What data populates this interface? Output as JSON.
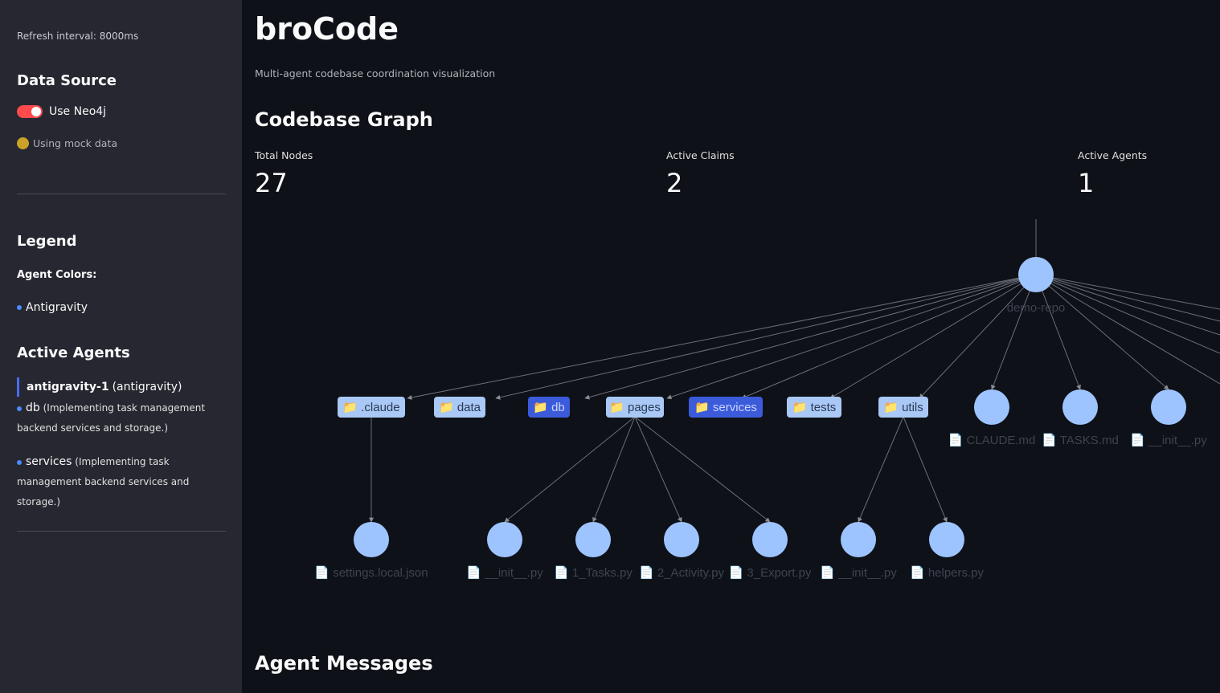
{
  "sidebar": {
    "refresh": "Refresh interval: 8000ms",
    "data_source_title": "Data Source",
    "toggle_label": "Use Neo4j",
    "mock_status": "Using mock data",
    "legend_title": "Legend",
    "agent_colors_label": "Agent Colors:",
    "legend_items": [
      {
        "label": "Antigravity",
        "color": "#4a8cff"
      }
    ],
    "active_agents_title": "Active Agents",
    "agent": {
      "id": "antigravity-1",
      "type": "(antigravity)"
    },
    "claims": [
      {
        "target": "db",
        "desc": "(Implementing task management backend services and storage.)"
      },
      {
        "target": "services",
        "desc": "(Implementing task management backend services and storage.)"
      }
    ]
  },
  "main": {
    "title": "broCode",
    "caption": "Multi-agent codebase coordination visualization",
    "graph_title": "Codebase Graph",
    "metrics": [
      {
        "label": "Total Nodes",
        "value": "27"
      },
      {
        "label": "Active Claims",
        "value": "2"
      },
      {
        "label": "Active Agents",
        "value": "1"
      }
    ],
    "messages_title": "Agent Messages"
  },
  "graph": {
    "root": "demo-repo",
    "folders": [
      ".claude",
      "data",
      "db",
      "pages",
      "services",
      "tests",
      "utils"
    ],
    "claimed_folders": [
      "db",
      "services"
    ],
    "root_files": [
      "CLAUDE.md",
      "TASKS.md",
      "__init__.py"
    ],
    "leaf_files": [
      "settings.local.json",
      "__init__.py",
      "1_Tasks.py",
      "2_Activity.py",
      "3_Export.py",
      "__init__.py",
      "helpers.py"
    ],
    "colors": {
      "node": "#9ec4ff",
      "folder": "#a9c8f5",
      "claimed": "#3b5bdb",
      "edge": "#6b6f78"
    }
  }
}
